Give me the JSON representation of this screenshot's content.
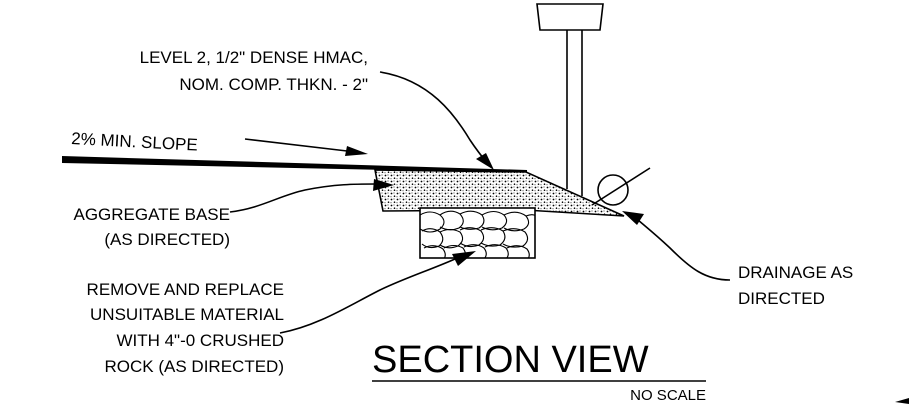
{
  "labels": {
    "hmac_line1": "LEVEL 2, 1/2\" DENSE HMAC,",
    "hmac_line2": "NOM. COMP. THKN. - 2\"",
    "slope": "2% MIN. SLOPE",
    "aggregate_line1": "AGGREGATE BASE",
    "aggregate_line2": "(AS DIRECTED)",
    "replace_line1": "REMOVE AND REPLACE",
    "replace_line2": "UNSUITABLE MATERIAL",
    "replace_line3": "WITH 4\"-0 CRUSHED",
    "replace_line4": "ROCK (AS DIRECTED)",
    "drainage_line1": "DRAINAGE AS",
    "drainage_line2": "DIRECTED",
    "title": "SECTION VIEW",
    "scale": "NO SCALE"
  }
}
